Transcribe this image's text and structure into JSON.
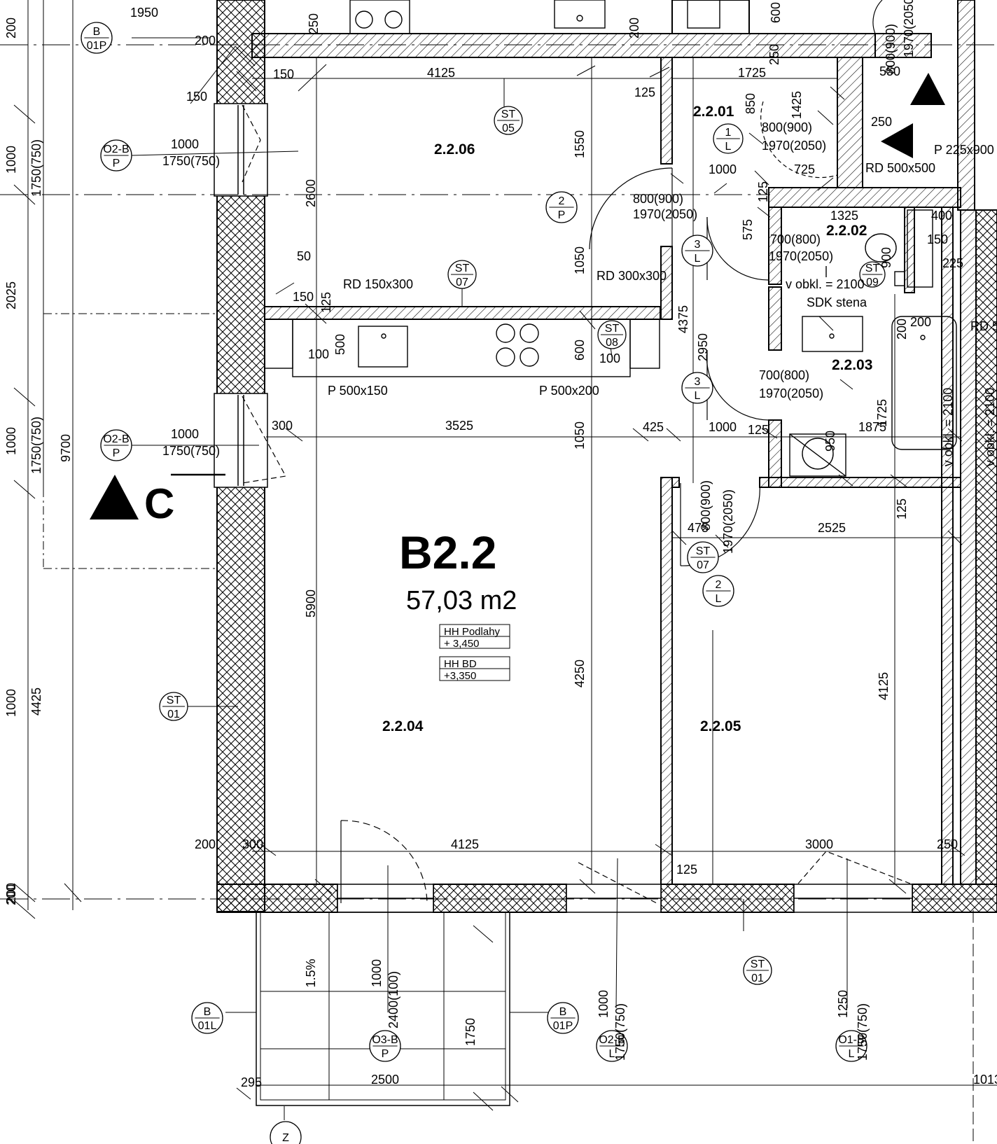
{
  "apartment": {
    "code": "B2.2",
    "area": "57,03 m2",
    "floor_level_label": "HH Podlahy",
    "floor_level_value": "+ 3,450",
    "bd_level_label": "HH BD",
    "bd_level_value": "+3,350"
  },
  "rooms": [
    {
      "id": "2.2.01"
    },
    {
      "id": "2.2.02"
    },
    {
      "id": "2.2.03"
    },
    {
      "id": "2.2.04"
    },
    {
      "id": "2.2.05"
    },
    {
      "id": "2.2.06"
    }
  ],
  "section_marker": "C",
  "tags": [
    {
      "top": "B",
      "bottom": "01P"
    },
    {
      "top": "O2-B",
      "bottom": "P"
    },
    {
      "top": "O2-B",
      "bottom": "P"
    },
    {
      "top": "ST",
      "bottom": "01"
    },
    {
      "top": "ST",
      "bottom": "05"
    },
    {
      "top": "ST",
      "bottom": "07"
    },
    {
      "top": "ST",
      "bottom": "08"
    },
    {
      "top": "ST",
      "bottom": "09"
    },
    {
      "top": "ST",
      "bottom": "07"
    },
    {
      "top": "ST",
      "bottom": "01"
    },
    {
      "top": "1",
      "bottom": "L"
    },
    {
      "top": "2",
      "bottom": "P"
    },
    {
      "top": "3",
      "bottom": "L"
    },
    {
      "top": "3",
      "bottom": "L"
    },
    {
      "top": "2",
      "bottom": "L"
    },
    {
      "top": "B",
      "bottom": "01L"
    },
    {
      "top": "O3-B",
      "bottom": "P"
    },
    {
      "top": "B",
      "bottom": "01P"
    },
    {
      "top": "O2-B",
      "bottom": "L"
    },
    {
      "top": "O1-B",
      "bottom": "L"
    },
    {
      "top": "Z",
      "bottom": ""
    }
  ],
  "labels": [
    "1950",
    "200",
    "200",
    "150",
    "150",
    "1000",
    "1750(750)",
    "4125",
    "125",
    "1725",
    "850",
    "1425",
    "250",
    "550",
    "1550",
    "2600",
    "1000",
    "1750(750)",
    "800(900)",
    "1970(2050)",
    "725",
    "RD 500x500",
    "P 225x900",
    "1000",
    "125",
    "800(900)",
    "1970(2050)",
    "575",
    "1325",
    "400",
    "700(800)",
    "1970(2050)",
    "900",
    "150",
    "225",
    "v obkl. = 2100",
    "SDK stena",
    "RD 5",
    "50",
    "150",
    "125",
    "RD 150x300",
    "RD 300x300",
    "4375",
    "500",
    "100",
    "600",
    "100",
    "P 500x150",
    "P 500x200",
    "2950",
    "700(800)",
    "1970(2050)",
    "200",
    "1725",
    "v obkl. = 2100",
    "v obkl. = 2100",
    "300",
    "3525",
    "1050",
    "425",
    "1000",
    "125",
    "950",
    "1875",
    "1000",
    "1750(750)",
    "9700",
    "1000",
    "1750(750)",
    "2025",
    "1000",
    "200",
    "4425",
    "5900",
    "4250",
    "800(900)",
    "1970(2050)",
    "475",
    "2525",
    "125",
    "4125",
    "200",
    "300",
    "4125",
    "125",
    "3000",
    "250",
    "200",
    "1.5%",
    "1000",
    "2400(100)",
    "1750",
    "1000",
    "1750(750)",
    "1250",
    "1750(750)",
    "295",
    "2500",
    "1013",
    "1050",
    "250",
    "200",
    "600",
    "250",
    "800(900)",
    "1970(2050)",
    "200"
  ]
}
